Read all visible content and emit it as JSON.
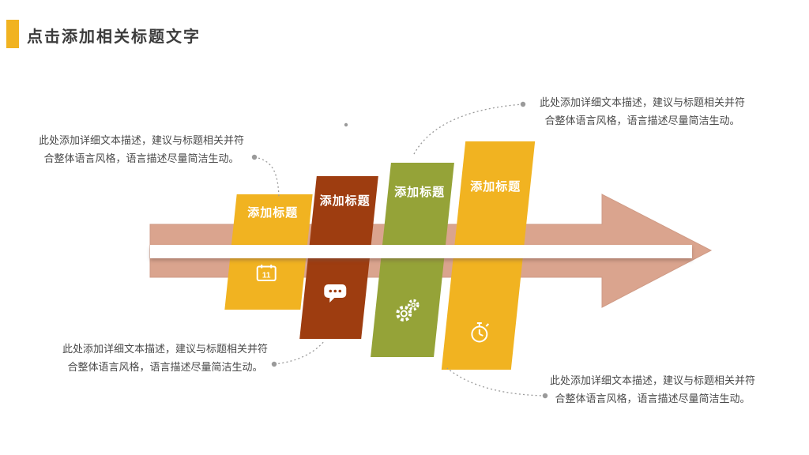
{
  "header": {
    "title": "点击添加相关标题文字",
    "accent_color": "#F1B321"
  },
  "arrow": {
    "color": "#DAA48E",
    "edge_color": "#CF9A85"
  },
  "steps": [
    {
      "label": "添加标题",
      "color": "#F1B321",
      "icon": "calendar-icon",
      "calendar_day": "11"
    },
    {
      "label": "添加标题",
      "color": "#9E3D10",
      "icon": "speech-bubble-icon"
    },
    {
      "label": "添加标题",
      "color": "#95A338",
      "icon": "gears-icon"
    },
    {
      "label": "添加标题",
      "color": "#F1B321",
      "icon": "stopwatch-icon"
    }
  ],
  "callouts": [
    {
      "position": "top-left",
      "line1": "此处添加详细文本描述，建议与标题相关并符",
      "line2": "合整体语言风格，语言描述尽量简洁生动。"
    },
    {
      "position": "top-right",
      "line1": "此处添加详细文本描述，建议与标题相关并符",
      "line2": "合整体语言风格，语言描述尽量简洁生动。"
    },
    {
      "position": "bottom-left",
      "line1": "此处添加详细文本描述，建议与标题相关并符",
      "line2": "合整体语言风格，语言描述尽量简洁生动。"
    },
    {
      "position": "bottom-right",
      "line1": "此处添加详细文本描述，建议与标题相关并符",
      "line2": "合整体语言风格，语言描述尽量简洁生动。"
    }
  ]
}
